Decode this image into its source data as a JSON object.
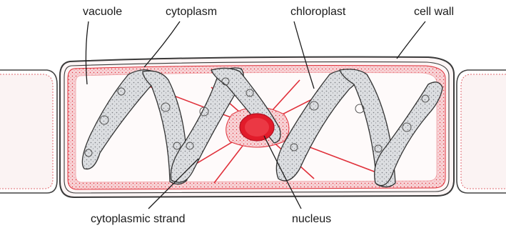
{
  "labels": {
    "vacuole": "vacuole",
    "cytoplasm": "cytoplasm",
    "chloroplast": "chloroplast",
    "cell_wall": "cell wall",
    "cytoplasmic_strand": "cytoplasmic strand",
    "nucleus": "nucleus"
  },
  "colors": {
    "cytoplasm": "#e0303a",
    "chloroplast_fill": "#d7d9dc",
    "outline": "#333333",
    "nucleus": "#e21b2a"
  }
}
